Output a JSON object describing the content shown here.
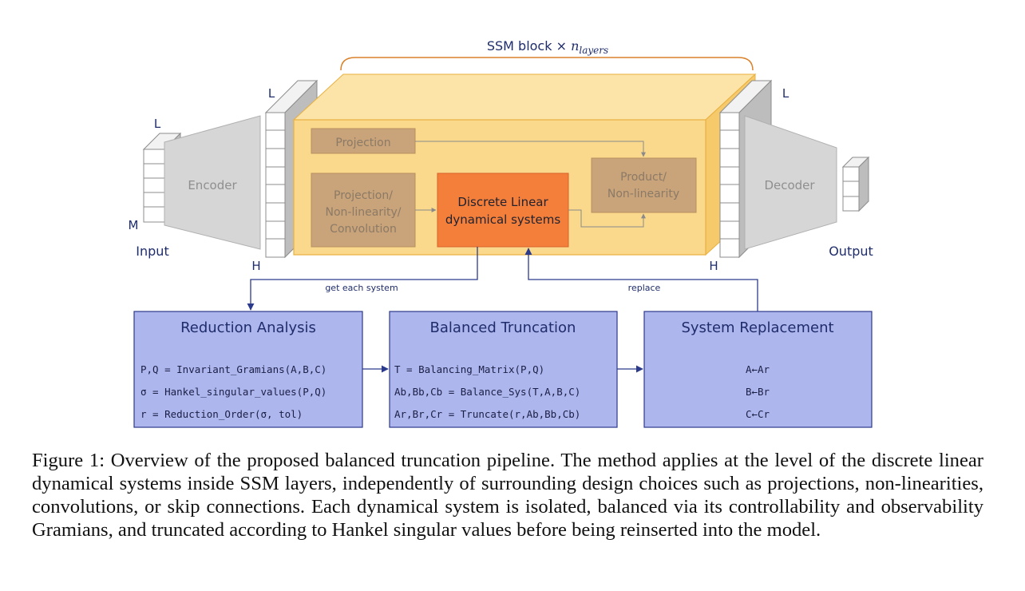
{
  "diagram": {
    "top_brace_label": "SSM block × ",
    "top_brace_label_math": "n",
    "top_brace_label_sub": "layers",
    "input_dim_L": "L",
    "input_dim_M": "M",
    "input_label": "Input",
    "encoder_label": "Encoder",
    "left_stack_dim_L": "L",
    "left_stack_dim_H": "H",
    "right_stack_dim_L": "L",
    "right_stack_dim_H": "H",
    "decoder_label": "Decoder",
    "output_label": "Output",
    "projection_label": "Projection",
    "proj_nonlin_conv_lines": [
      "Projection/",
      "Non-linearity/",
      "Convolution"
    ],
    "dls_lines": [
      "Discrete Linear",
      "dynamical systems"
    ],
    "product_nonlin_lines": [
      "Product/",
      "Non-linearity"
    ],
    "get_each_system_label": "get each system",
    "replace_label": "replace",
    "reduction_analysis": {
      "title": "Reduction Analysis",
      "lines": [
        "P,Q = Invariant_Gramians(A,B,C)",
        "σ = Hankel_singular_values(P,Q)",
        "r = Reduction_Order(σ, tol)"
      ]
    },
    "balanced_truncation": {
      "title": "Balanced Truncation",
      "lines": [
        "T = Balancing_Matrix(P,Q)",
        "Ab,Bb,Cb = Balance_Sys(T,A,B,C)",
        "Ar,Br,Cr = Truncate(r,Ab,Bb,Cb)"
      ]
    },
    "system_replacement": {
      "title": "System Replacement",
      "lines": [
        "A←Ar",
        "B←Br",
        "C←Cr"
      ]
    },
    "colors": {
      "navy_text": "#1f2d6b",
      "ssm_block": "#fbd98c",
      "ssm_border": "#e8b040",
      "dls_box": "#f47f3a",
      "faded_box": "#c9a37a",
      "pipeline_box": "#aeb6ee",
      "pipeline_border": "#2c3a8c",
      "encoder_gray": "#d6d6d6",
      "brace": "#d9822b"
    }
  },
  "caption": "Figure 1: Overview of the proposed balanced truncation pipeline. The method applies at the level of the discrete linear dynamical systems inside SSM layers, independently of surrounding design choices such as projections, non-linearities, convolutions, or skip connections. Each dynamical system is isolated, balanced via its controllability and observability Gramians, and truncated according to Hankel singular values before being reinserted into the model."
}
